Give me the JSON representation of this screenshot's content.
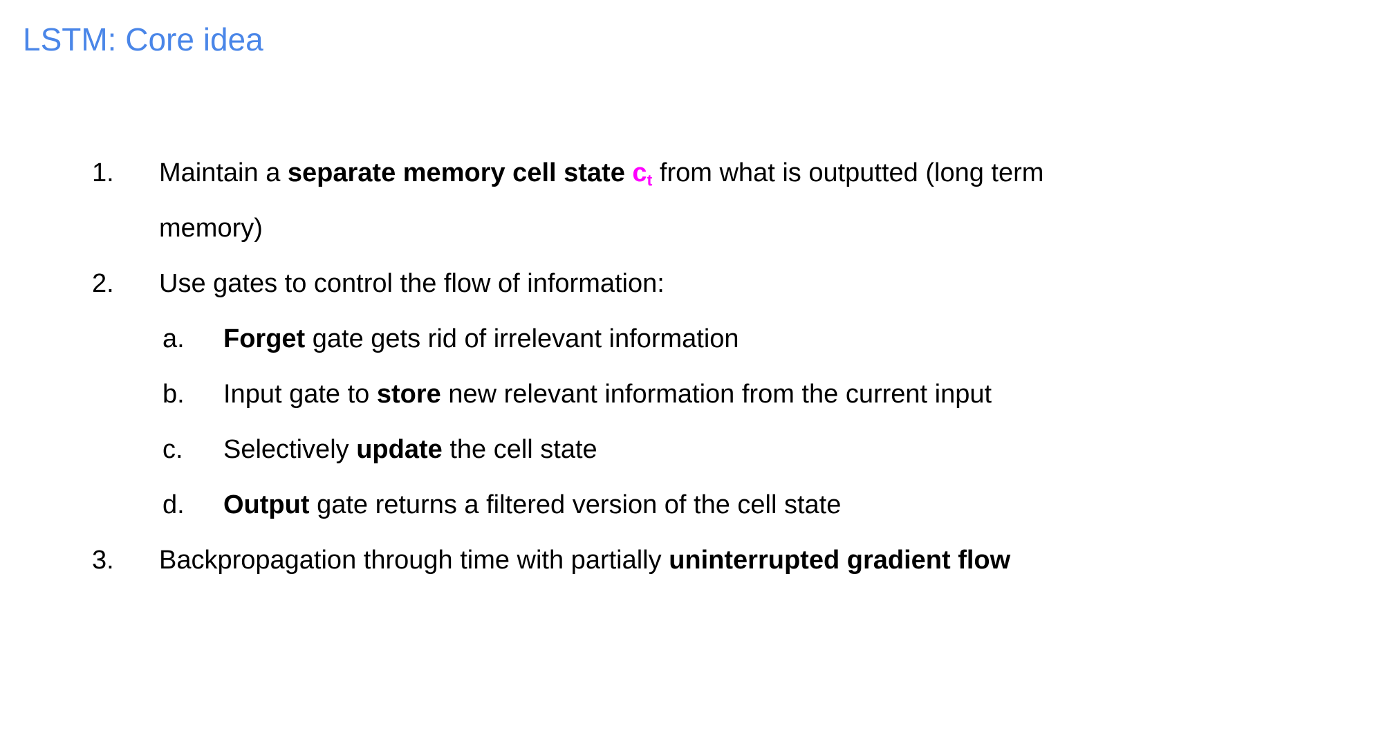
{
  "slide": {
    "title": "LSTM: Core idea"
  },
  "colors": {
    "background": "#ffffff",
    "title_blue": "#4a86e8",
    "body_text": "#000000",
    "cell_state_magenta": "#ff00ff"
  },
  "list": [
    {
      "marker": "1.",
      "level": 1,
      "runs": [
        {
          "text": "Maintain a ",
          "style": "regular"
        },
        {
          "text": "separate memory cell state ",
          "style": "bold"
        },
        {
          "text": "c",
          "style": "bold-magenta"
        },
        {
          "text": "t",
          "style": "bold-magenta-subscript"
        },
        {
          "text": " from what is outputted (long term",
          "style": "regular"
        },
        {
          "text": "memory)",
          "style": "regular",
          "new_line": true
        }
      ]
    },
    {
      "marker": "2.",
      "level": 1,
      "runs": [
        {
          "text": "Use gates to control the flow of information:",
          "style": "regular"
        }
      ]
    },
    {
      "marker": "a.",
      "level": 2,
      "runs": [
        {
          "text": "Forget",
          "style": "bold"
        },
        {
          "text": " gate gets rid of irrelevant information",
          "style": "regular"
        }
      ]
    },
    {
      "marker": "b.",
      "level": 2,
      "runs": [
        {
          "text": "Input gate to ",
          "style": "regular"
        },
        {
          "text": "store",
          "style": "bold"
        },
        {
          "text": " new relevant information from the current input",
          "style": "regular"
        }
      ]
    },
    {
      "marker": "c.",
      "level": 2,
      "runs": [
        {
          "text": "Selectively ",
          "style": "regular"
        },
        {
          "text": "update",
          "style": "bold"
        },
        {
          "text": " the cell state",
          "style": "regular"
        }
      ]
    },
    {
      "marker": "d.",
      "level": 2,
      "runs": [
        {
          "text": "Output",
          "style": "bold"
        },
        {
          "text": " gate returns a filtered version of the cell state",
          "style": "regular"
        }
      ]
    },
    {
      "marker": "3.",
      "level": 1,
      "runs": [
        {
          "text": "Backpropagation through time with partially ",
          "style": "regular"
        },
        {
          "text": "uninterrupted gradient flow",
          "style": "bold"
        }
      ]
    }
  ]
}
